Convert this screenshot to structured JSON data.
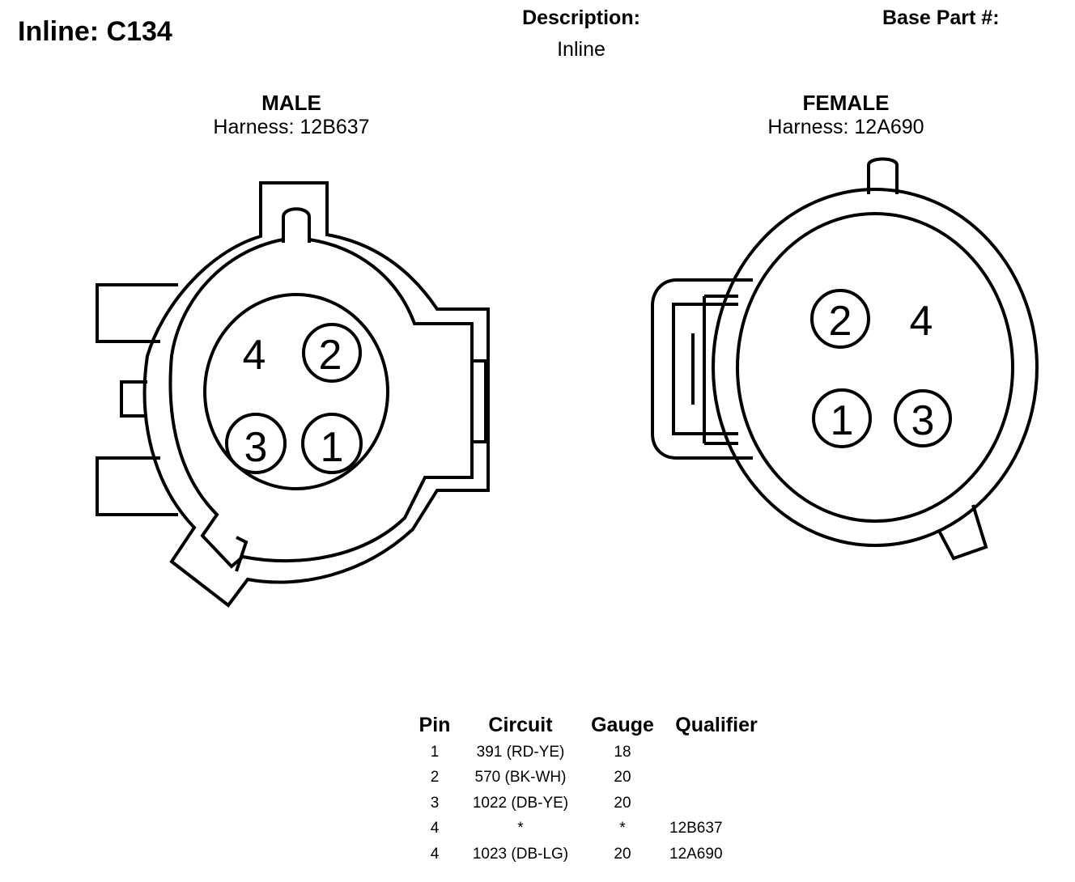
{
  "header": {
    "title": "Inline: C134",
    "description_label": "Description:",
    "description_value": "Inline",
    "base_part_label": "Base Part #:"
  },
  "connectors": {
    "male": {
      "gender": "MALE",
      "harness": "Harness: 12B637",
      "pins": [
        "4",
        "2",
        "3",
        "1"
      ]
    },
    "female": {
      "gender": "FEMALE",
      "harness": "Harness: 12A690",
      "pins": [
        "2",
        "4",
        "1",
        "3"
      ]
    }
  },
  "pin_table": {
    "headers": [
      "Pin",
      "Circuit",
      "Gauge",
      "Qualifier"
    ],
    "rows": [
      {
        "pin": "1",
        "circuit": "391 (RD-YE)",
        "gauge": "18",
        "qualifier": ""
      },
      {
        "pin": "2",
        "circuit": "570 (BK-WH)",
        "gauge": "20",
        "qualifier": ""
      },
      {
        "pin": "3",
        "circuit": "1022 (DB-YE)",
        "gauge": "20",
        "qualifier": ""
      },
      {
        "pin": "4",
        "circuit": "*",
        "gauge": "*",
        "qualifier": "12B637"
      },
      {
        "pin": "4",
        "circuit": "1023 (DB-LG)",
        "gauge": "20",
        "qualifier": "12A690"
      }
    ]
  }
}
